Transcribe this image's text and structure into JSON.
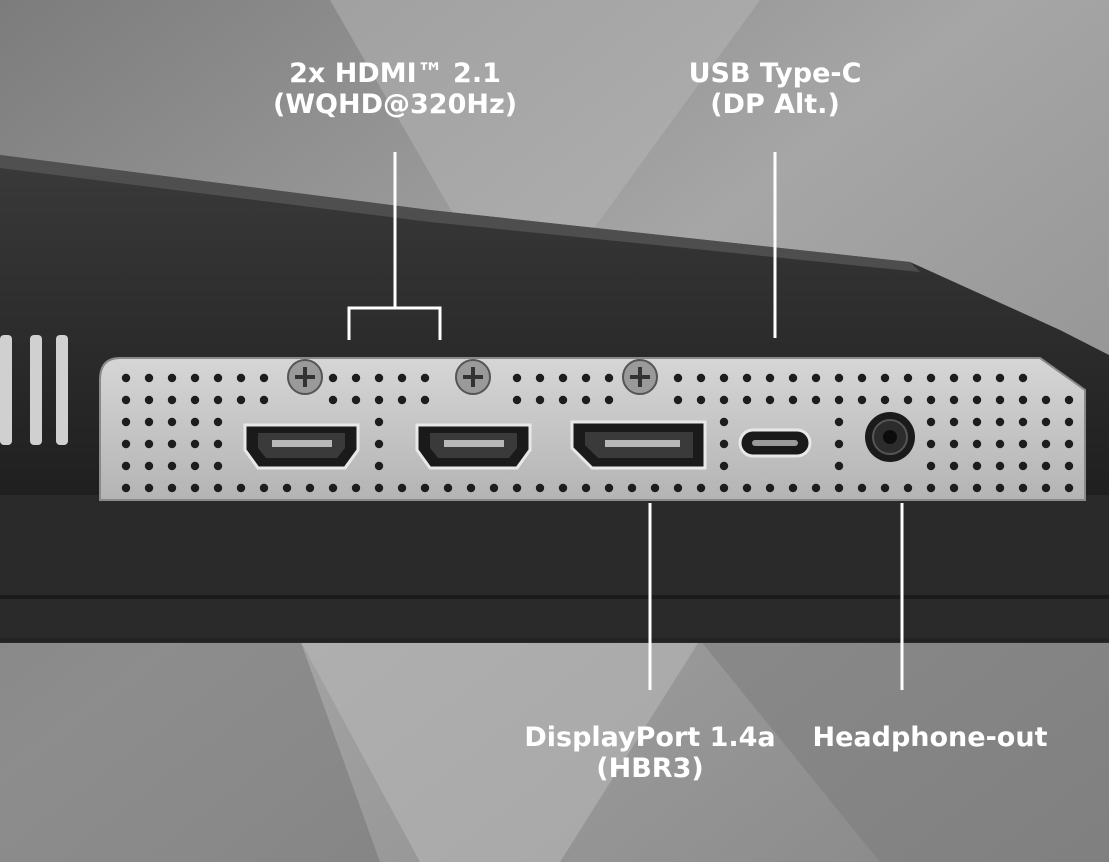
{
  "labels": {
    "hdmi": {
      "line1": "2x HDMI™ 2.1",
      "line2": "(WQHD@320Hz)"
    },
    "usbc": {
      "line1": "USB Type-C",
      "line2": "(DP Alt.)"
    },
    "displayport": {
      "line1": "DisplayPort 1.4a",
      "line2": "(HBR3)"
    },
    "headphone": {
      "line1": "Headphone-out"
    }
  },
  "colors": {
    "background": "#8e8e8e",
    "background_light": "#b9b9b9",
    "bezel": "#2b2b2b",
    "panel": "#c9c9c9",
    "label": "#ffffff"
  }
}
